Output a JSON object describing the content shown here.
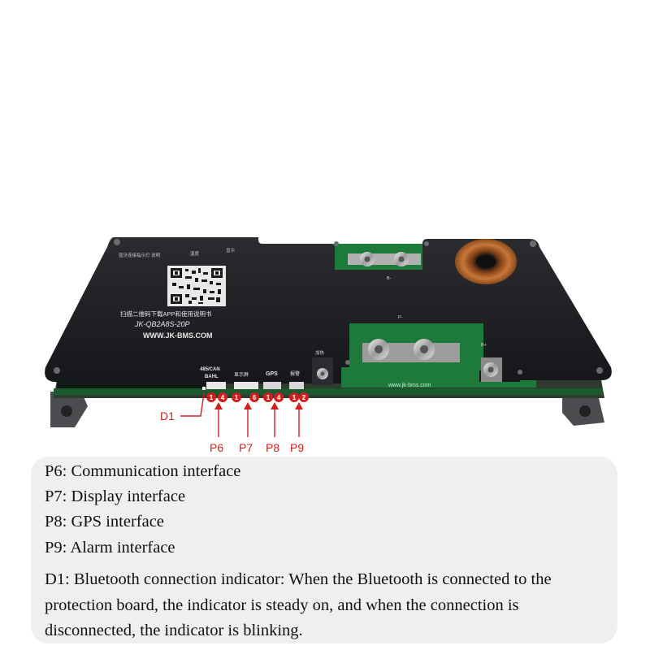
{
  "board": {
    "qr_caption": "扫描二维码下载APP和使用说明书",
    "model": "JK-QB2A8S-20P",
    "website": "WWW.JK-BMS.COM",
    "pcb_website": "www.jk-bms.com",
    "top_left_text": "蓝牙连接指示灯 说明",
    "top_mid_label": "温度",
    "top_right_label": "显示",
    "neg_terminal_b": "B-",
    "neg_terminal_p": "P-",
    "pos_terminal_b": "B+",
    "button_label": "加热"
  },
  "ports": {
    "p6_header": "485/CAN",
    "p6_sub": "BAHL",
    "p7_header": "显示屏",
    "p8_header": "GPS",
    "p9_header": "报警",
    "pin_p6_left": "1",
    "pin_p6_right": "4",
    "pin_p7_left": "1",
    "pin_p7_right": "6",
    "pin_p8_left": "1",
    "pin_p8_right": "4",
    "pin_p9_left": "1",
    "pin_p9_right": "2"
  },
  "callouts": {
    "d1": "D1",
    "p6": "P6",
    "p7": "P7",
    "p8": "P8",
    "p9": "P9"
  },
  "captions": {
    "p6": "P6: Communication interface",
    "p7": "P7: Display interface",
    "p8": "P8: GPS interface",
    "p9": "P9: Alarm interface",
    "d1": "D1: Bluetooth connection indicator: When the Bluetooth is connected to the protection board, the indicator is steady on, and when the connection is disconnected, the indicator is blinking."
  },
  "colors": {
    "callout_red": "#d21e1e",
    "board_black": "#1d1f23",
    "pcb_green": "#1e7a3a",
    "panel_grey": "#efefef"
  }
}
